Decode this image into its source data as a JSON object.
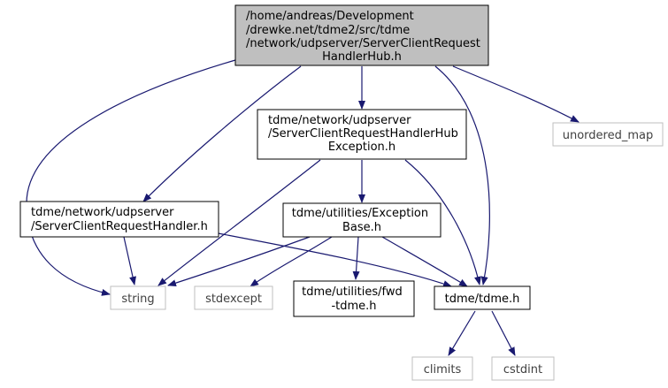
{
  "nodes": {
    "root": {
      "lines": [
        "/home/andreas/Development",
        "/drewke.net/tdme2/src/tdme",
        "/network/udpserver/ServerClientRequest",
        "HandlerHub.h"
      ]
    },
    "hub_exception": {
      "lines": [
        "tdme/network/udpserver",
        "/ServerClientRequestHandlerHub",
        "Exception.h"
      ]
    },
    "unordered_map": {
      "lines": [
        "unordered_map"
      ]
    },
    "request_handler": {
      "lines": [
        "tdme/network/udpserver",
        "/ServerClientRequestHandler.h"
      ]
    },
    "exception_base": {
      "lines": [
        "tdme/utilities/Exception",
        "Base.h"
      ]
    },
    "string": {
      "lines": [
        "string"
      ]
    },
    "stdexcept": {
      "lines": [
        "stdexcept"
      ]
    },
    "fwd_tdme": {
      "lines": [
        "tdme/utilities/fwd",
        "-tdme.h"
      ]
    },
    "tdme_h": {
      "lines": [
        "tdme/tdme.h"
      ]
    },
    "climits": {
      "lines": [
        "climits"
      ]
    },
    "cstdint": {
      "lines": [
        "cstdint"
      ]
    }
  },
  "colors": {
    "edge": "#191970",
    "root_fill": "#bfbfbf",
    "node_border": "#000000",
    "external_border": "#bfbfbf",
    "external_text": "#404040"
  }
}
